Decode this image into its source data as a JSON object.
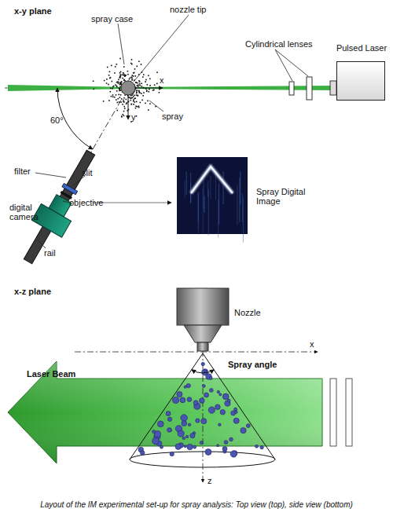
{
  "diagram": {
    "caption": "Layout of the IM experimental set-up for spray analysis: Top view (top), side view (bottom)",
    "nodes": [
      {
        "text": [
          "Pulsed Laser"
        ]
      },
      {
        "text": [
          "Nozzle"
        ]
      }
    ],
    "labels": [
      "x-y plane",
      "nozzle tip",
      "spray case",
      "Cylindrical lenses",
      "x",
      "spray",
      "y",
      "60°",
      "filter",
      "slit",
      "objective",
      "digital camera",
      "rail",
      "Spray Digital Image",
      "x-z plane",
      "x",
      "Spray angle",
      "Laser Beam",
      "z"
    ]
  }
}
